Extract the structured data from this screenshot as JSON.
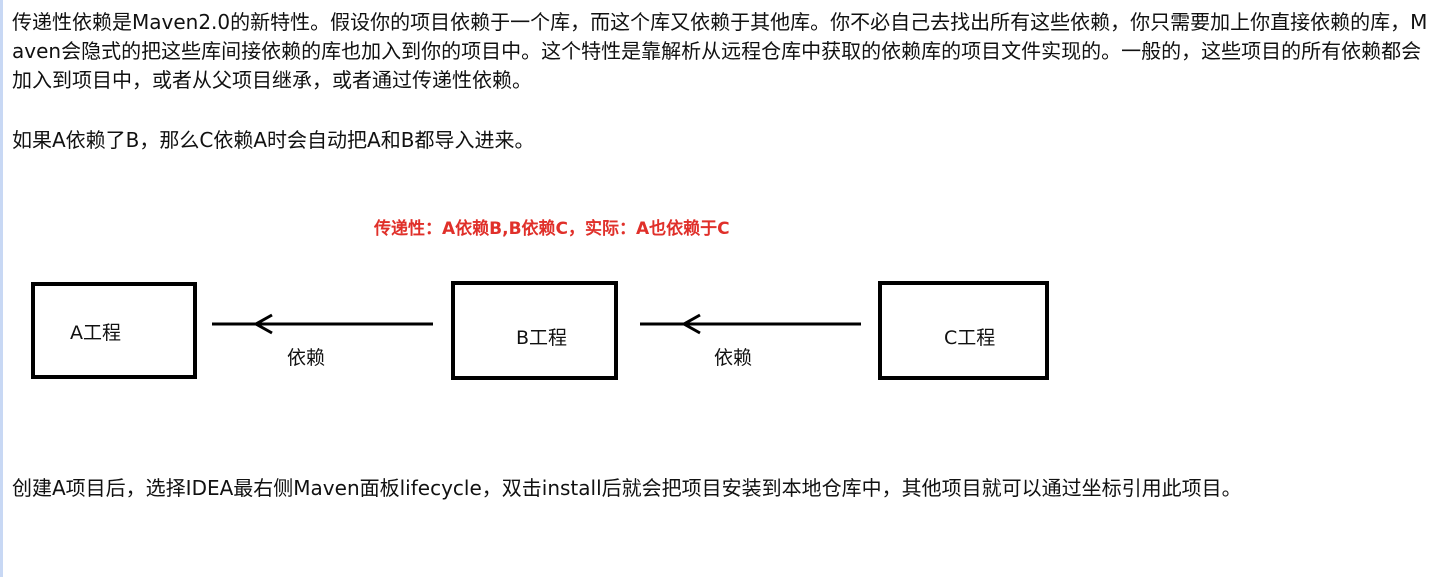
{
  "paragraphs": {
    "intro": "传递性依赖是Maven2.0的新特性。假设你的项目依赖于一个库，而这个库又依赖于其他库。你不必自己去找出所有这些依赖，你只需要加上你直接依赖的库，Maven会隐式的把这些库间接依赖的库也加入到你的项目中。这个特性是靠解析从远程仓库中获取的依赖库的项目文件实现的。一般的，这些项目的所有依赖都会加入到项目中，或者从父项目继承，或者通过传递性依赖。",
    "example": "如果A依赖了B，那么C依赖A时会自动把A和B都导入进来。",
    "install": "创建A项目后，选择IDEA最右侧Maven面板lifecycle，双击install后就会把项目安装到本地仓库中，其他项目就可以通过坐标引用此项目。"
  },
  "diagram": {
    "title": "传递性：A依赖B,B依赖C，实际：A也依赖于C",
    "title_color": "#e0302a",
    "nodes": {
      "a": "A工程",
      "b": "B工程",
      "c": "C工程"
    },
    "edges": {
      "b_to_a": "依赖",
      "c_to_b": "依赖"
    }
  }
}
